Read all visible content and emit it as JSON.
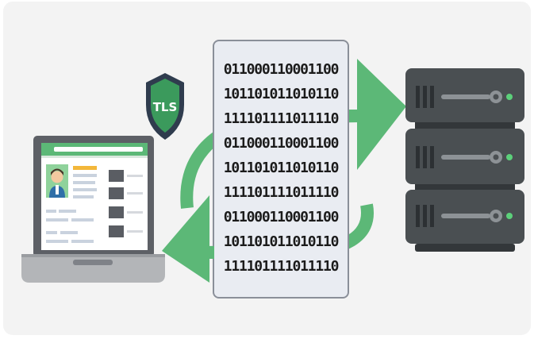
{
  "shield": {
    "label": "TLS"
  },
  "binary_rows": [
    "011000110001100",
    "101101011010110",
    "111101111011110",
    "011000110001100",
    "101101011010110",
    "111101111011110",
    "011000110001100",
    "101101011010110",
    "111101111011110"
  ],
  "colors": {
    "accent_green": "#5cb877",
    "shield_dark": "#2f3c4e",
    "shield_green": "#3b9a5c",
    "server_body": "#4a4f52",
    "server_led": "#5cd07a",
    "laptop_frame": "#5d6066",
    "laptop_base": "#b3b5b8",
    "card_bg": "#e9ecf2"
  },
  "icons": {
    "shield": "tls-shield-icon",
    "laptop": "laptop-icon",
    "server": "server-rack-icon",
    "arrow_to_server": "arrow-right-icon",
    "arrow_to_laptop": "arrow-left-icon"
  }
}
